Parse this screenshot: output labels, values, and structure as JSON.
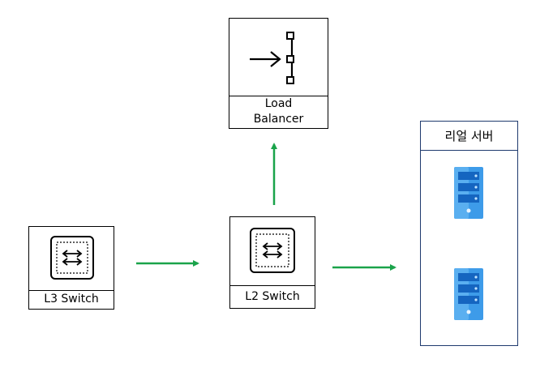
{
  "nodes": {
    "load_balancer": {
      "label": "Load\nBalancer",
      "icon": "load-balancer-icon"
    },
    "l3_switch": {
      "label": "L3 Switch",
      "icon": "switch-icon"
    },
    "l2_switch": {
      "label": "L2 Switch",
      "icon": "switch-icon"
    }
  },
  "group": {
    "title": "리얼 서버",
    "servers": [
      {
        "icon": "server-icon"
      },
      {
        "icon": "server-icon"
      }
    ]
  },
  "edges": [
    {
      "from": "L3 Switch",
      "to": "L2 Switch"
    },
    {
      "from": "L2 Switch",
      "to": "Load Balancer"
    },
    {
      "from": "L2 Switch",
      "to": "리얼 서버"
    }
  ],
  "colors": {
    "edge": "#1aa34a",
    "server_light": "#3d9be9",
    "server_dark": "#1565c0",
    "group_border": "#1f3a6e"
  }
}
